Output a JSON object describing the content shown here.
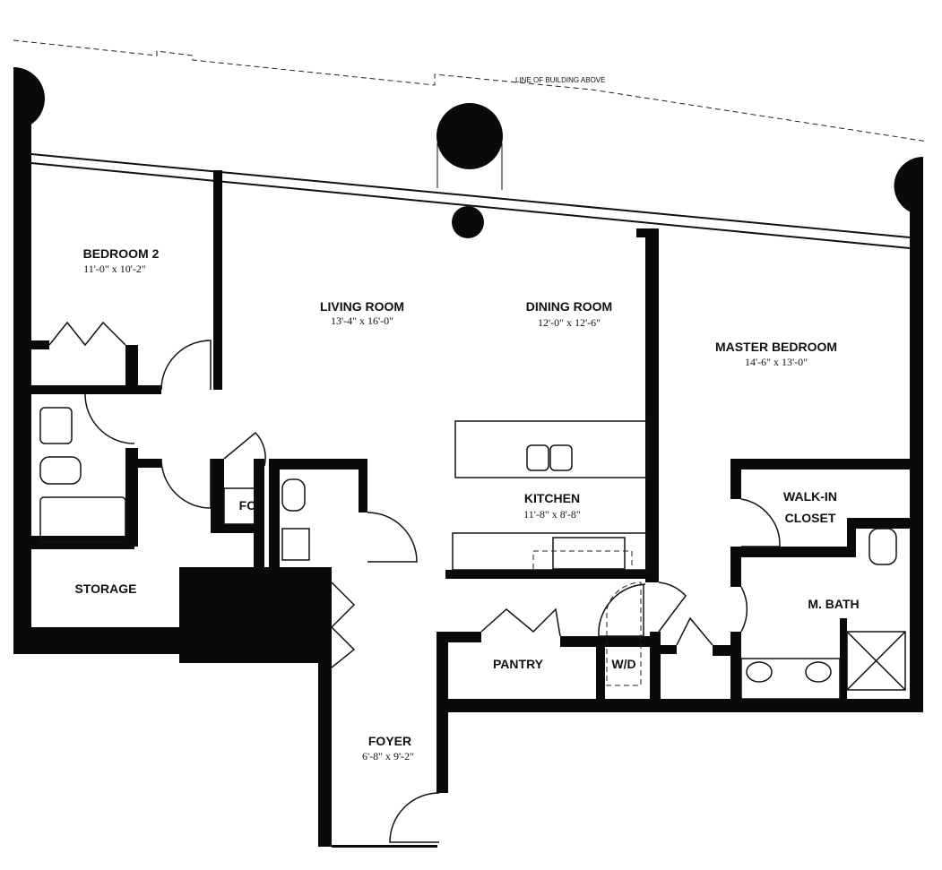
{
  "plan": {
    "note": "LINE OF BUILDING ABOVE",
    "rooms": {
      "bedroom2": {
        "name": "BEDROOM 2",
        "dims": "11'-0\" x 10'-2\""
      },
      "living": {
        "name": "LIVING ROOM",
        "dims": "13'-4\" x 16'-0\""
      },
      "dining": {
        "name": "DINING ROOM",
        "dims": "12'-0\" x 12'-6\""
      },
      "master": {
        "name": "MASTER BEDROOM",
        "dims": "14'-6\" x 13'-0\""
      },
      "kitchen": {
        "name": "KITCHEN",
        "dims": "11'-8\" x 8'-8\""
      },
      "walkin1": {
        "name": "WALK-IN"
      },
      "walkin2": {
        "name": "CLOSET"
      },
      "mbath": {
        "name": "M. BATH"
      },
      "storage": {
        "name": "STORAGE"
      },
      "pantry": {
        "name": "PANTRY"
      },
      "wd": {
        "name": "W/D"
      },
      "fc": {
        "name": "FC"
      },
      "foyer": {
        "name": "FOYER",
        "dims": "6'-8\" x 9'-2\""
      }
    }
  }
}
